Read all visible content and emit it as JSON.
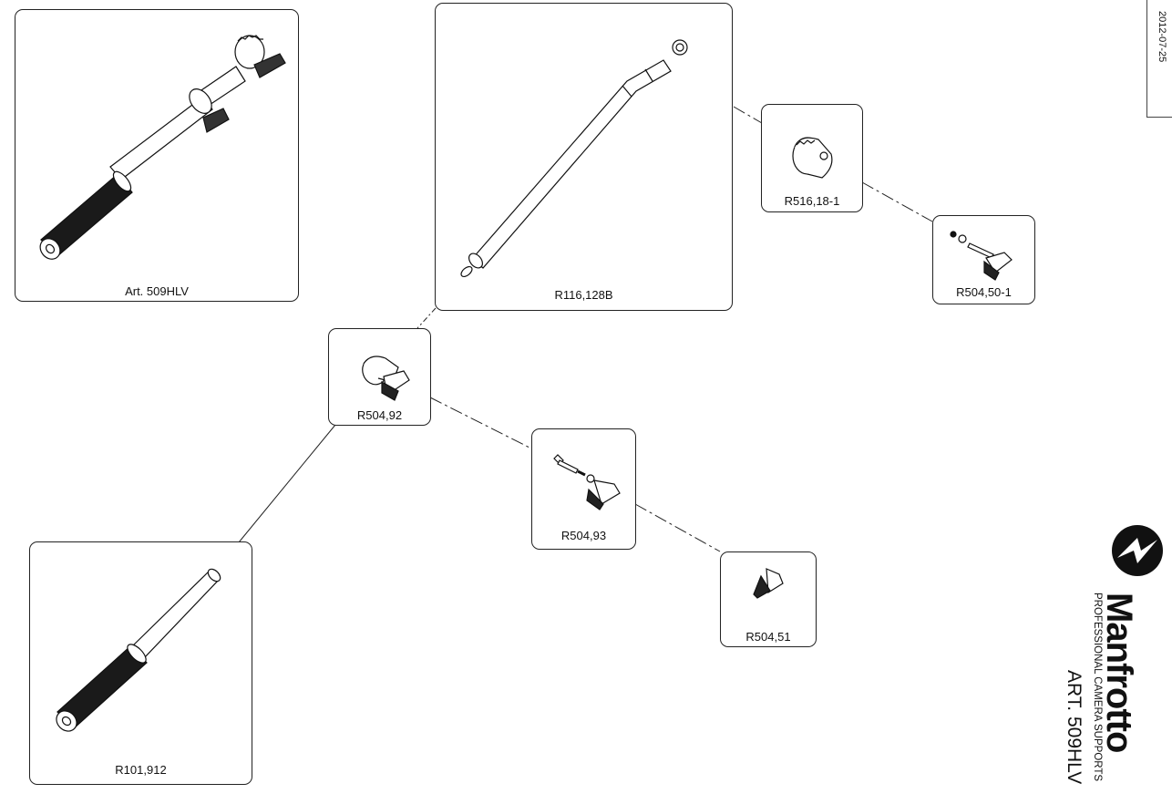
{
  "date": "2012-07-25",
  "brand": {
    "name": "Manfrotto",
    "tagline": "PROFESSIONAL CAMERA SUPPORTS",
    "article": "ART. 509HLV"
  },
  "parts": [
    {
      "id": "assembly",
      "code": "Art. 509HLV",
      "icon": "full-handle-assembly-icon"
    },
    {
      "id": "tube",
      "code": "R116,128B",
      "icon": "bent-tube-icon"
    },
    {
      "id": "clamp",
      "code": "R516,18-1",
      "icon": "clamp-ring-icon"
    },
    {
      "id": "lever-kit",
      "code": "R504,50-1",
      "icon": "lever-with-screw-icon"
    },
    {
      "id": "clamp-lever",
      "code": "R504,92",
      "icon": "clamp-with-lever-icon"
    },
    {
      "id": "screw-lever",
      "code": "R504,93",
      "icon": "screw-spring-lever-icon"
    },
    {
      "id": "lever",
      "code": "R504,51",
      "icon": "lever-icon"
    },
    {
      "id": "grip",
      "code": "R101,912",
      "icon": "grip-handle-icon"
    }
  ]
}
